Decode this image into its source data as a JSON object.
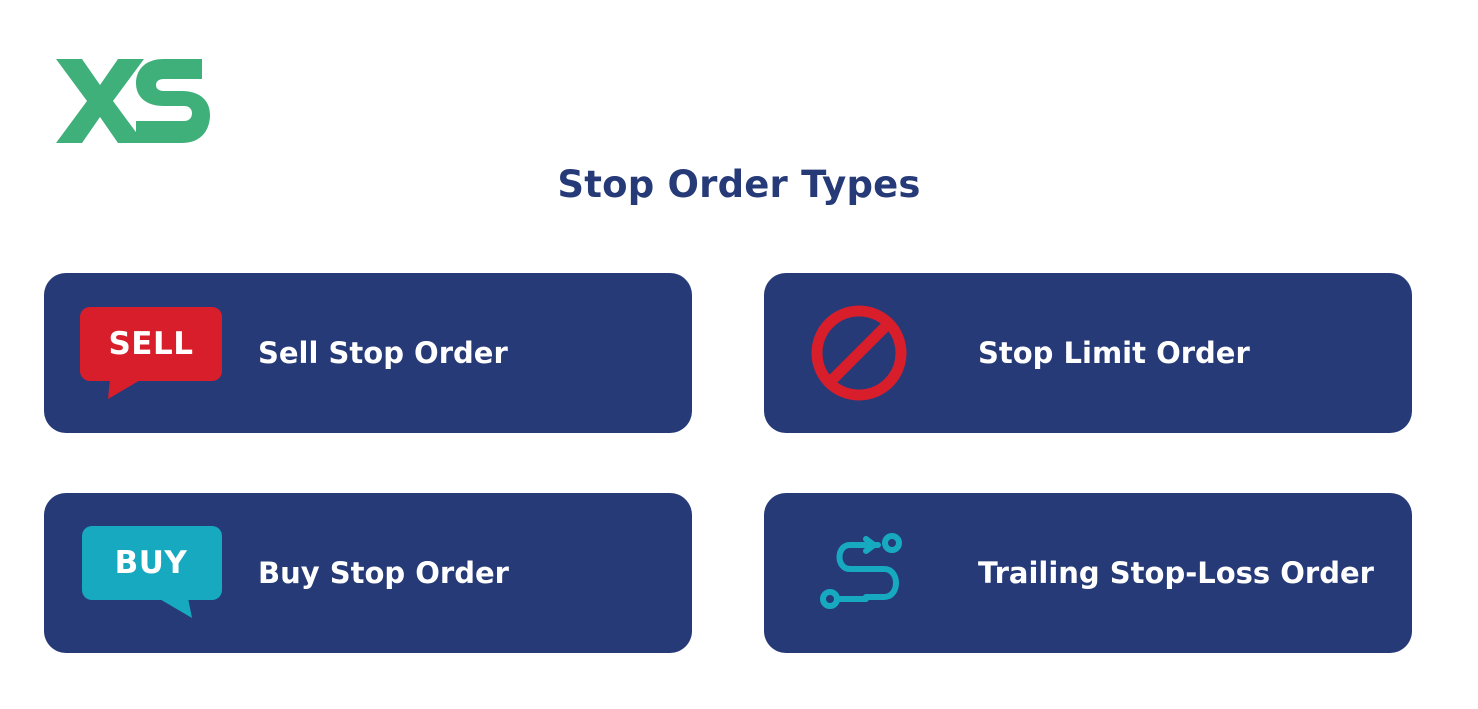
{
  "logo": {
    "text": "XS",
    "color": "#3fb07a"
  },
  "title": "Stop Order Types",
  "colors": {
    "card_bg": "#263a78",
    "title": "#263a78",
    "sell": "#d81e2b",
    "buy": "#17a9bf",
    "stop_icon": "#d81e2b",
    "trailing_icon": "#17a9bf"
  },
  "cards": [
    {
      "label": "Sell Stop Order",
      "icon": "sell-bubble-icon",
      "badge": "SELL"
    },
    {
      "label": "Stop Limit Order",
      "icon": "prohibited-icon"
    },
    {
      "label": "Buy Stop Order",
      "icon": "buy-bubble-icon",
      "badge": "BUY"
    },
    {
      "label": "Trailing Stop-Loss Order",
      "icon": "trailing-path-icon"
    }
  ]
}
